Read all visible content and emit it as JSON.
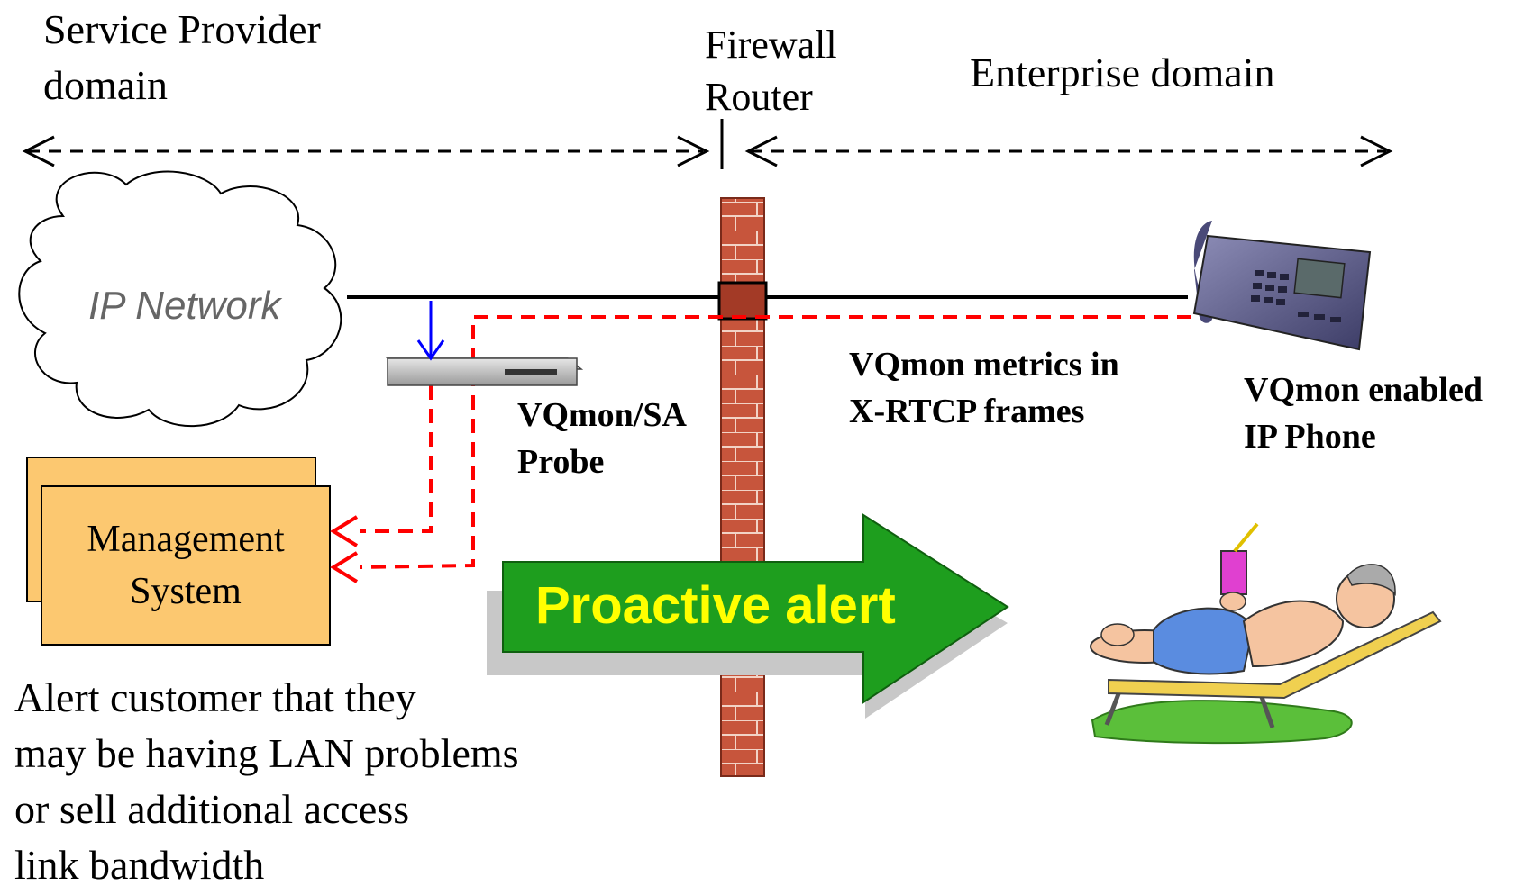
{
  "labels": {
    "service_provider": "Service  Provider",
    "service_provider_2": "domain",
    "firewall": "Firewall",
    "router": "Router",
    "enterprise": "Enterprise domain",
    "ip_network": "IP Network",
    "probe_1": "VQmon/SA",
    "probe_2": "Probe",
    "metrics_1": "VQmon metrics in",
    "metrics_2": "X-RTCP frames",
    "phone_1": "VQmon enabled",
    "phone_2": "IP Phone",
    "mgmt_1": "Management",
    "mgmt_2": "System",
    "alert_arrow": "Proactive alert",
    "note_1": "Alert customer that they",
    "note_2": "may be having LAN problems",
    "note_3": "or sell additional access",
    "note_4": "link bandwidth"
  },
  "icons": {
    "cloud": "cloud-icon",
    "probe": "probe-device-icon",
    "phone": "ip-phone-icon",
    "firewall": "brick-wall-icon",
    "relaxing_man": "relaxing-man-clipart"
  },
  "colors": {
    "dashed_path": "#ff0000",
    "tap_arrow": "#0000ff",
    "alert_arrow_fill": "#1e9e1e",
    "alert_text": "#ffff00",
    "management_box": "#fcc870",
    "brick": "#c0503a"
  }
}
